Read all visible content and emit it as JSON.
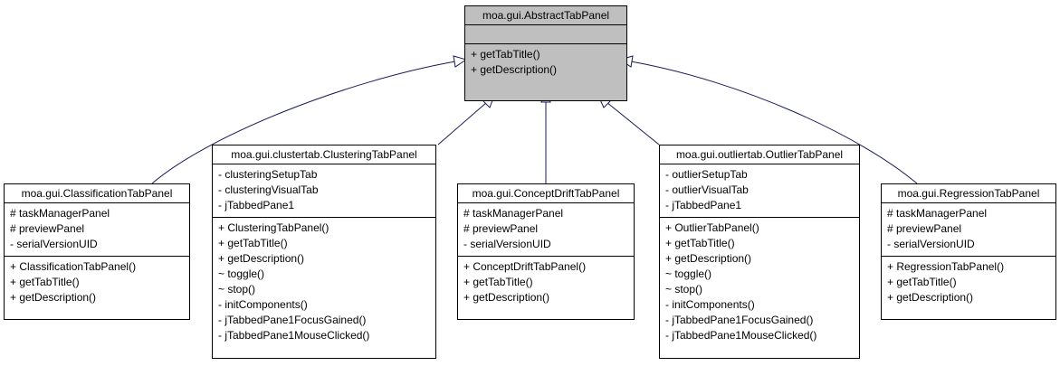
{
  "diagram": {
    "base": {
      "name": "moa.gui.AbstractTabPanel",
      "attributes": [],
      "methods": [
        "+ getTabTitle()",
        "+ getDescription()"
      ]
    },
    "classes": [
      {
        "name": "moa.gui.ClassificationTabPanel",
        "attributes": [
          "# taskManagerPanel",
          "# previewPanel",
          "- serialVersionUID"
        ],
        "methods": [
          "+ ClassificationTabPanel()",
          "+ getTabTitle()",
          "+ getDescription()"
        ]
      },
      {
        "name": "moa.gui.clustertab.ClusteringTabPanel",
        "attributes": [
          "- clusteringSetupTab",
          "- clusteringVisualTab",
          "- jTabbedPane1"
        ],
        "methods": [
          "+ ClusteringTabPanel()",
          "+ getTabTitle()",
          "+ getDescription()",
          "~ toggle()",
          "~ stop()",
          "- initComponents()",
          "- jTabbedPane1FocusGained()",
          "- jTabbedPane1MouseClicked()"
        ]
      },
      {
        "name": "moa.gui.ConceptDriftTabPanel",
        "attributes": [
          "# taskManagerPanel",
          "# previewPanel",
          "- serialVersionUID"
        ],
        "methods": [
          "+ ConceptDriftTabPanel()",
          "+ getTabTitle()",
          "+ getDescription()"
        ]
      },
      {
        "name": "moa.gui.outliertab.OutlierTabPanel",
        "attributes": [
          "- outlierSetupTab",
          "- outlierVisualTab",
          "- jTabbedPane1"
        ],
        "methods": [
          "+ OutlierTabPanel()",
          "+ getTabTitle()",
          "+ getDescription()",
          "~ toggle()",
          "~ stop()",
          "- initComponents()",
          "- jTabbedPane1FocusGained()",
          "- jTabbedPane1MouseClicked()"
        ]
      },
      {
        "name": "moa.gui.RegressionTabPanel",
        "attributes": [
          "# taskManagerPanel",
          "# previewPanel",
          "- serialVersionUID"
        ],
        "methods": [
          "+ RegressionTabPanel()",
          "+ getTabTitle()",
          "+ getDescription()"
        ]
      }
    ]
  }
}
